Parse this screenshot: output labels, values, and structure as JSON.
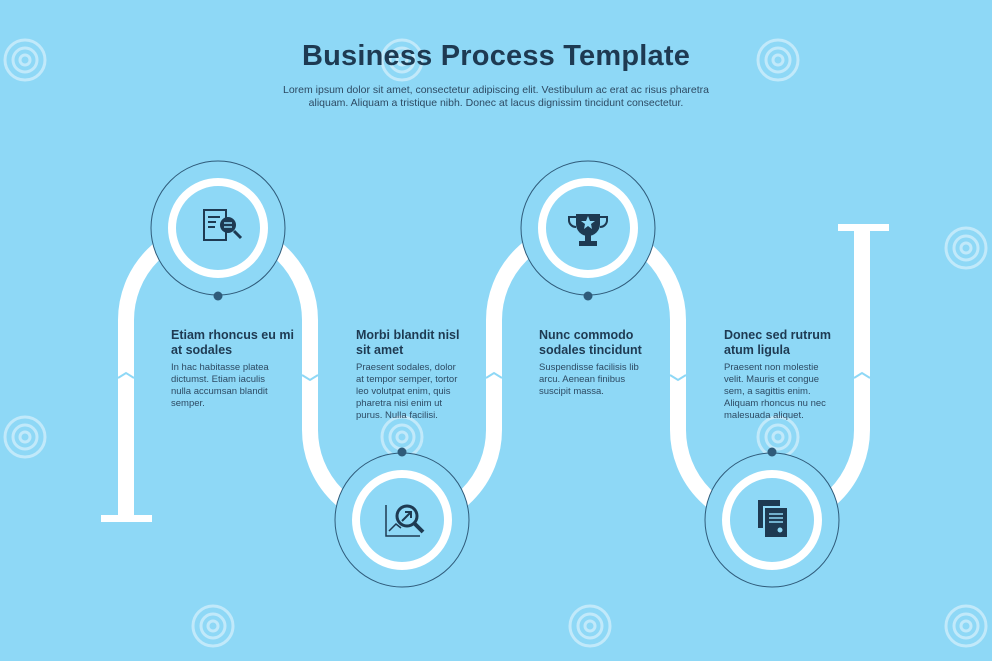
{
  "header": {
    "title": "Business Process Template",
    "subtitle": "Lorem ipsum dolor sit amet, consectetur adipiscing elit. Vestibulum ac erat ac risus pharetra aliquam. Aliquam a tristique nibh. Donec at lacus dignissim tincidunt consectetur."
  },
  "steps": [
    {
      "title": "Etiam rhoncus eu mi at sodales",
      "description": "In hac habitasse platea dictumst. Etiam iaculis nulla accumsan blandit semper.",
      "icon": "document-search-icon"
    },
    {
      "title": "Morbi blandit nisl sit amet",
      "description": "Praesent sodales, dolor at tempor semper, tortor leo volutpat enim, quis pharetra nisi enim ut purus. Nulla facilisi.",
      "icon": "chart-magnifier-icon"
    },
    {
      "title": "Nunc commodo sodales tincidunt",
      "description": "Suspendisse facilisis lib arcu. Aenean finibus suscipit massa.",
      "icon": "trophy-icon"
    },
    {
      "title": "Donec sed rutrum atum ligula",
      "description": "Praesent non molestie velit. Mauris et congue sem, a sagittis enim. Aliquam rhoncus nu nec malesuada aliquet.",
      "icon": "documents-icon"
    }
  ],
  "colors": {
    "background": "#8ed8f6",
    "path": "#ffffff",
    "dark": "#1e3a52",
    "text": "#2d4a63",
    "ring": "#2f5b7a"
  }
}
